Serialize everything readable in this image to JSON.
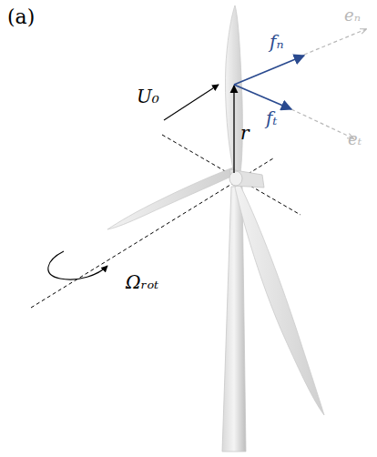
{
  "diagram": {
    "labels": [
      "(a)",
      "U₀",
      "r",
      "Ωᵣₒₜ",
      "fₙ",
      "fₜ",
      "eₙ",
      "eₜ"
    ]
  }
}
